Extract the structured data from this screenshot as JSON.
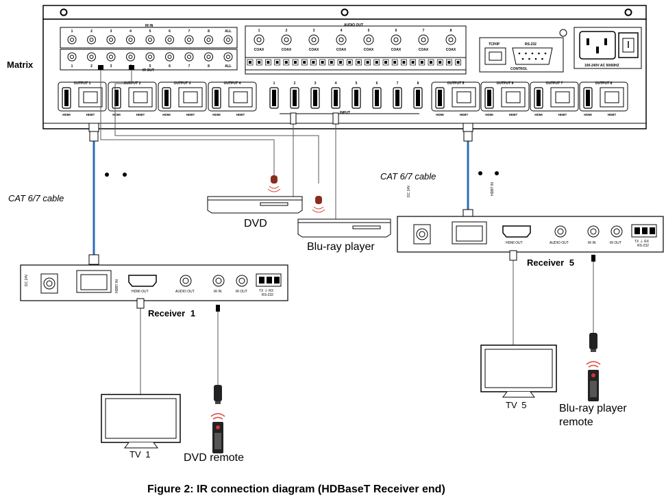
{
  "matrix": {
    "label": "Matrix",
    "ir_in_label": "IR IN",
    "ir_out_label": "IR OUT",
    "ir_numbers": [
      "1",
      "2",
      "3",
      "4",
      "5",
      "6",
      "7",
      "8",
      "ALL"
    ],
    "audio_out_label": "AUDIO OUT",
    "audio_numbers": [
      "1",
      "2",
      "3",
      "4",
      "5",
      "6",
      "7",
      "8"
    ],
    "coax_label": "COAX",
    "tcpip_label": "TCP/IP",
    "rs232_label": "RS-232",
    "control_label": "CONTROL",
    "power_label": "100-240V AC 50/60HZ",
    "outputs_left": [
      "OUTPUT 1",
      "OUTPUT 2",
      "OUTPUT 3",
      "OUTPUT 4"
    ],
    "outputs_right": [
      "OUTPUT 5",
      "OUTPUT 6",
      "OUTPUT 7",
      "OUTPUT 8"
    ],
    "input_numbers": [
      "1",
      "2",
      "3",
      "4",
      "5",
      "6",
      "7",
      "8"
    ],
    "input_label": "INPUT",
    "hdmi_label": "HDMI",
    "hdbt_label": "HDBT"
  },
  "cable_label_left": "CAT 6/7 cable",
  "cable_label_right": "CAT 6/7 cable",
  "dvd_label": "DVD",
  "bluray_label": "Blu-ray player",
  "receiver1": {
    "label": "Receiver 1",
    "dc": "DC 24V",
    "hdbt_in": "HDBT IN",
    "hdmi_out": "HDMI OUT",
    "audio_out": "AUDIO OUT",
    "ir_in": "IR IN",
    "ir_out": "IR OUT",
    "rs232": "TX ⏚ RX",
    "rs232_sub": "RS-232"
  },
  "receiver5": {
    "label": "Receiver 5",
    "dc": "DC 24V",
    "hdbt_in": "HDBT IN",
    "hdmi_out": "HDMI OUT",
    "audio_out": "AUDIO OUT",
    "ir_in": "IR IN",
    "ir_out": "IR OUT",
    "rs232": "TX ⏚ RX",
    "rs232_sub": "RS-232"
  },
  "tv1_label": "TV 1",
  "tv5_label": "TV 5",
  "dvd_remote_label": "DVD remote",
  "bluray_remote_label": [
    "Blu-ray player",
    "remote"
  ],
  "caption": "Figure 2: IR connection diagram (HDBaseT Receiver end)"
}
